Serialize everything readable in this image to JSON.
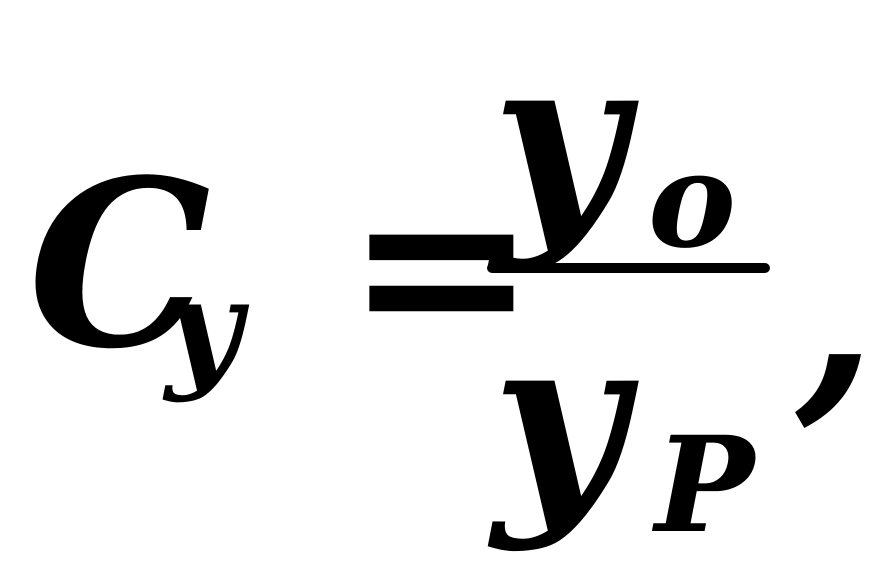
{
  "formula": {
    "lhs": {
      "symbol": "C",
      "subscript": "y"
    },
    "equals": "=",
    "fraction": {
      "numerator": {
        "symbol": "y",
        "subscript": "o"
      },
      "denominator": {
        "symbol": "y",
        "subscript": "P"
      }
    },
    "trailing_punctuation": ","
  }
}
